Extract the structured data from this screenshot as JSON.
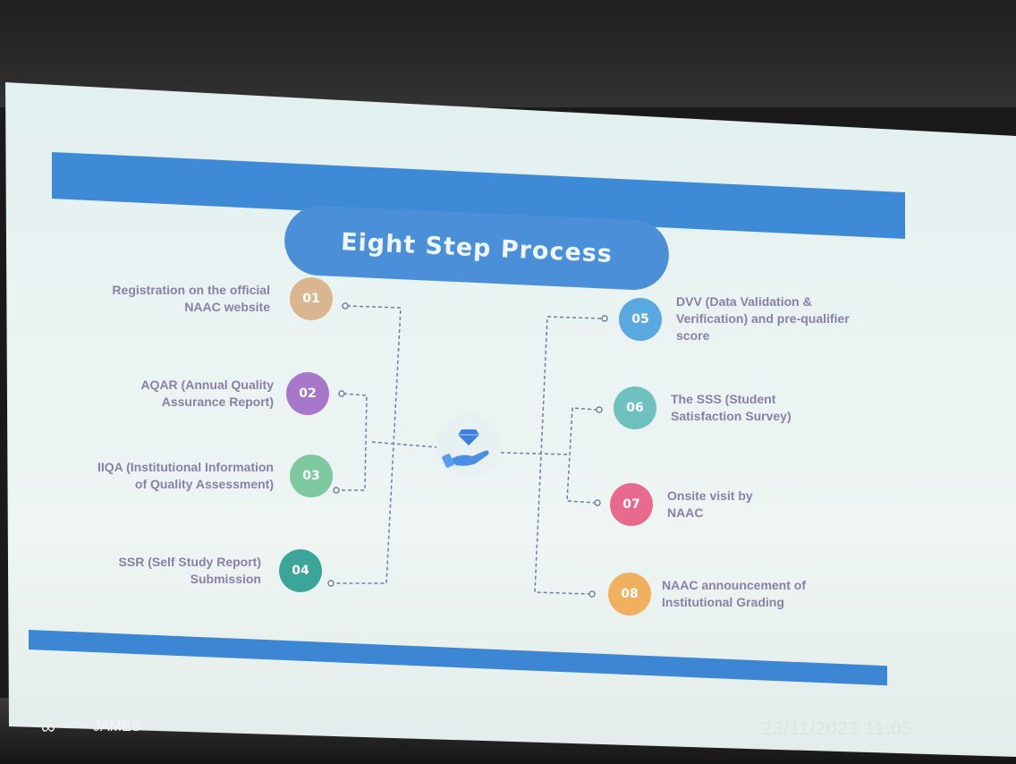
{
  "title": "Eight Step Process",
  "steps": [
    {
      "num": "01",
      "label": "Registration on the official NAAC website",
      "color": "#d9b590"
    },
    {
      "num": "02",
      "label": "AQAR (Annual Quality Assurance Report)",
      "color": "#a877c9"
    },
    {
      "num": "03",
      "label": "IIQA (Institutional Information of Quality Assessment)",
      "color": "#7ec8a0"
    },
    {
      "num": "04",
      "label": "SSR (Self Study Report) Submission",
      "color": "#3aa598"
    },
    {
      "num": "05",
      "label": "DVV (Data Validation & Verification) and pre-qualifier score",
      "color": "#5aa8e0"
    },
    {
      "num": "06",
      "label": "The SSS (Student Satisfaction Survey)",
      "color": "#6fc1bf"
    },
    {
      "num": "07",
      "label": "Onsite visit by NAAC",
      "color": "#e86a8e"
    },
    {
      "num": "08",
      "label": "NAAC announcement of Institutional Grading",
      "color": "#f0b060"
    }
  ],
  "watermark": {
    "camera": "JAMES",
    "datetime": "23/11/2023 11:05"
  },
  "colors": {
    "bar": "#3f8ad6",
    "pill": "#4a8fd8",
    "text": "#8a7fa8",
    "line": "#6b7fa8"
  }
}
